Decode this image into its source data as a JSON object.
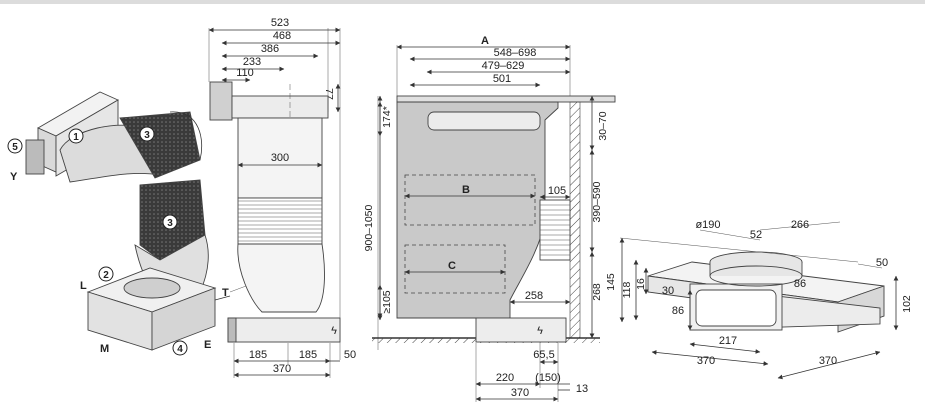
{
  "iso_view": {
    "callouts": [
      "1",
      "2",
      "3",
      "3",
      "4",
      "5"
    ],
    "letters": {
      "Y": "Y",
      "L": "L",
      "M": "M",
      "E": "E"
    }
  },
  "side_view": {
    "top_dims": [
      "523",
      "468",
      "386",
      "233",
      "110"
    ],
    "height_dims": [
      "77"
    ],
    "width_label": "300",
    "bottom_dims": [
      "185",
      "185",
      "50",
      "370"
    ],
    "letter_T": "T"
  },
  "install_view": {
    "top_dims": [
      "A",
      "548–698",
      "479–629",
      "501"
    ],
    "left_dims": [
      "174*",
      "900–1050",
      "≥105"
    ],
    "right_dims": [
      "30–70",
      "390–590",
      "268"
    ],
    "labels": {
      "B": "B",
      "C": "C"
    },
    "inner_dims": [
      "105",
      "258"
    ],
    "bottom_dims": [
      "65,5",
      "220",
      "(150)",
      "13",
      "370"
    ]
  },
  "box_view": {
    "diameter": "ø190",
    "dims": [
      "52",
      "266",
      "50",
      "86",
      "145",
      "118",
      "16",
      "30",
      "86",
      "217",
      "370",
      "370",
      "102"
    ]
  }
}
